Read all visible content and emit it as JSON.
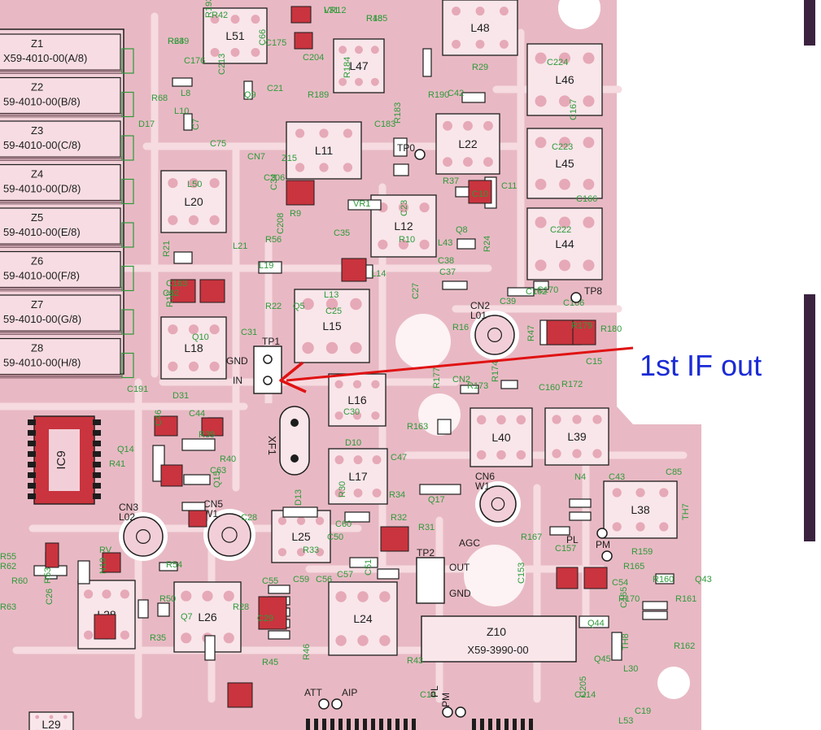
{
  "colors": {
    "board": "#e8b9c4",
    "trace": "#f6dbe1",
    "outline": "#1d1d1d",
    "silk_green": "#2f9a3a",
    "part_red": "#c9343e",
    "annotation": "#e01212",
    "annotation_text": "#1a2bd6",
    "right_strip": "#3b2340"
  },
  "annotation": {
    "label": "1st IF out"
  },
  "modules": [
    {
      "id": "Z1",
      "part": "X59-4010-00(A/8)"
    },
    {
      "id": "Z2",
      "part": "59-4010-00(B/8)"
    },
    {
      "id": "Z3",
      "part": "59-4010-00(C/8)"
    },
    {
      "id": "Z4",
      "part": "59-4010-00(D/8)"
    },
    {
      "id": "Z5",
      "part": "59-4010-00(E/8)"
    },
    {
      "id": "Z6",
      "part": "59-4010-00(F/8)"
    },
    {
      "id": "Z7",
      "part": "59-4010-00(G/8)"
    },
    {
      "id": "Z8",
      "part": "59-4010-00(H/8)"
    }
  ],
  "coils": [
    "L51",
    "L47",
    "L48",
    "L46",
    "L11",
    "L22",
    "L45",
    "L20",
    "L12",
    "L44",
    "L15",
    "L18",
    "L16",
    "L40",
    "L39",
    "L17",
    "L38",
    "L25",
    "L26",
    "L24",
    "L28",
    "L29"
  ],
  "connectors": [
    "CN2",
    "CN3",
    "CN5",
    "CN6"
  ],
  "connector_sublabels": [
    "L01",
    "L02",
    "W1"
  ],
  "ic_labels": [
    "IC9",
    "Z10",
    "X59-3990-00",
    "XF1"
  ],
  "test_points": [
    "TP1",
    "TP2",
    "TP8",
    "TP0"
  ],
  "pin_labels": [
    "GND",
    "IN",
    "OUT",
    "GND",
    "AGC",
    "ATT",
    "AIP",
    "PL",
    "PM",
    "PL",
    "PM"
  ],
  "silk_labels": [
    "VR12",
    "R185",
    "R193",
    "R249",
    "C175",
    "C176",
    "R189",
    "R184",
    "R190",
    "C42",
    "R29",
    "C224",
    "C167",
    "C223",
    "C166",
    "C222",
    "C183",
    "R183",
    "R37",
    "C10",
    "C11",
    "L50",
    "C34",
    "R9",
    "VR1",
    "R10",
    "Q8",
    "R24",
    "L43",
    "C38",
    "C37",
    "L21",
    "R21",
    "L19",
    "L14",
    "L13",
    "C25",
    "C27",
    "C39",
    "C170",
    "C166",
    "C162",
    "R47",
    "R179",
    "R180",
    "C163",
    "C32",
    "R18",
    "Q10",
    "C31",
    "R16",
    "CN2",
    "R174",
    "R173",
    "C160",
    "R172",
    "C15",
    "R177",
    "R163",
    "D31",
    "C44",
    "C30",
    "C46",
    "Q14",
    "R39",
    "R40",
    "C63",
    "Q15",
    "R41",
    "C191",
    "D10",
    "C47",
    "R30",
    "R34",
    "R32",
    "Q17",
    "R31",
    "D13",
    "C60",
    "C50",
    "R33",
    "C57",
    "C51",
    "C55",
    "C59",
    "C56",
    "R45",
    "R46",
    "R43",
    "R35",
    "R54",
    "R50",
    "R53",
    "R60",
    "R55",
    "R62",
    "R63",
    "N19",
    "RV",
    "N4",
    "C43",
    "C85",
    "TH7",
    "R167",
    "C157",
    "R165",
    "R170",
    "C165",
    "R161",
    "R162",
    "R160",
    "R159",
    "C153",
    "C54",
    "Q43",
    "Q44",
    "Q45",
    "TH8",
    "L30",
    "R68",
    "C75",
    "D17",
    "C7",
    "L8",
    "L10",
    "Q9",
    "C21",
    "C213",
    "C214",
    "C18",
    "C19",
    "L53",
    "C205",
    "C204",
    "CN7",
    "Z15",
    "C206",
    "C208",
    "R56",
    "C35",
    "R22",
    "Q5",
    "C23",
    "Q7",
    "R28",
    "C29",
    "C28",
    "C26",
    "L31",
    "R48",
    "R42",
    "R63",
    "C66"
  ]
}
